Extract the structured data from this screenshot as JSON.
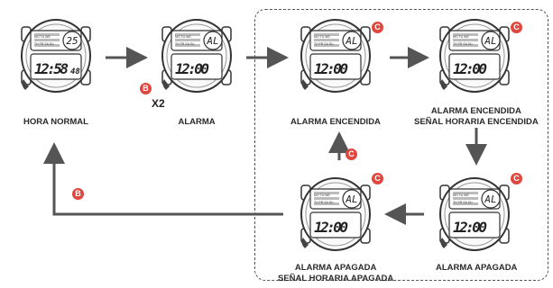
{
  "colors": {
    "badge": "#e0473f",
    "arrow": "#555555",
    "dial": "#333333"
  },
  "states": [
    {
      "id": "normal",
      "label": [
        "HORA NORMAL"
      ],
      "time": "12:58",
      "seconds": "48",
      "day": "25",
      "badge": null
    },
    {
      "id": "alarm",
      "label": [
        "ALARMA"
      ],
      "time": "12:00",
      "seconds": "",
      "day": "AL",
      "badge": "B"
    },
    {
      "id": "alarm_on",
      "label": [
        "ALARMA ENCENDIDA"
      ],
      "time": "12:00",
      "seconds": "",
      "day": "AL",
      "badge": "C"
    },
    {
      "id": "alarm_on_signal_on",
      "label": [
        "ALARMA ENCENDIDA",
        "SEÑAL HORARIA ENCENDIDA"
      ],
      "time": "12:00",
      "seconds": "",
      "day": "AL",
      "badge": "C"
    },
    {
      "id": "alarm_off",
      "label": [
        "ALARMA APAGADA"
      ],
      "time": "12:00",
      "seconds": "",
      "day": "AL",
      "badge": "C"
    },
    {
      "id": "alarm_off_signal_off",
      "label": [
        "ALARMA APAGADA",
        "SEÑAL HORARIA APAGADA"
      ],
      "time": "12:00",
      "seconds": "",
      "day": "AL",
      "badge": "C"
    }
  ],
  "press_count": "X2",
  "flow_badges": {
    "up": "C",
    "back": "B"
  },
  "weekday_rows": [
    "MO TU WE",
    "TH FR SA SU"
  ]
}
